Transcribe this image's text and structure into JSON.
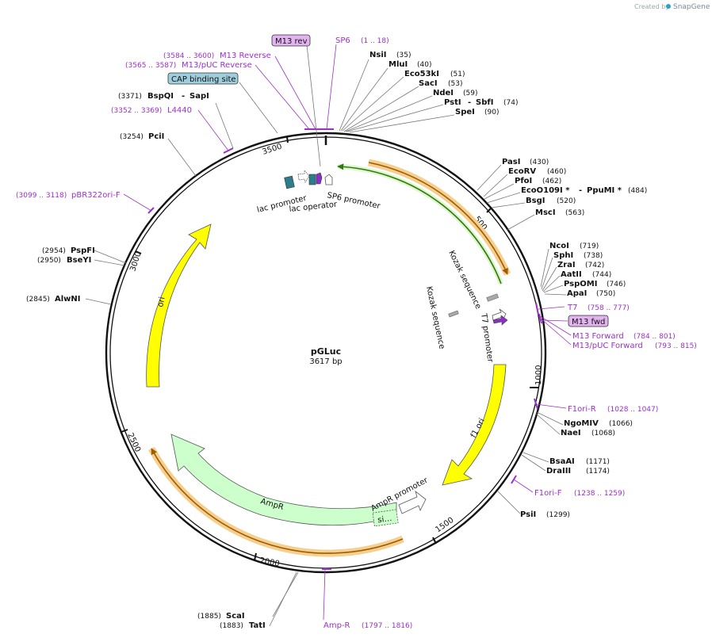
{
  "credit": {
    "prefix": "Created by",
    "brand": "SnapGene"
  },
  "plasmid": {
    "name": "pGLuc",
    "length_label": "3617 bp"
  },
  "ticks": [
    "500",
    "1000",
    "1500",
    "2000",
    "2500",
    "3000",
    "3500"
  ],
  "features": {
    "ampr": "AmpR",
    "ampr_signal": "si…",
    "ampr_promoter": "AmpR promoter",
    "f1_ori": "f1 ori",
    "ori": "ori",
    "kozak_1": "Kozak sequence",
    "kozak_2": "Kozak sequence",
    "t7_promoter": "T7 promoter",
    "sp6_promoter": "SP6 promoter",
    "lac_promoter": "lac promoter",
    "lac_operator": "lac operator"
  },
  "boxes": {
    "m13_rev": "M13 rev",
    "m13_fwd": "M13 fwd",
    "cap": "CAP binding site"
  },
  "enzymes": [
    {
      "name": "NsiI",
      "pos": "(35)"
    },
    {
      "name": "MluI",
      "pos": "(40)"
    },
    {
      "name": "Eco53kI",
      "pos": "(51)"
    },
    {
      "name": "SacI",
      "pos": "(53)"
    },
    {
      "name": "NdeI",
      "pos": "(59)"
    },
    {
      "name": "PstI",
      "name2": "SbfI",
      "pos": "(74)"
    },
    {
      "name": "SpeI",
      "pos": "(90)"
    },
    {
      "name": "PasI",
      "pos": "(430)"
    },
    {
      "name": "EcoRV",
      "pos": "(460)"
    },
    {
      "name": "PfoI",
      "pos": "(462)"
    },
    {
      "name": "EcoO109I *",
      "name2": "PpuMI *",
      "pos": "(484)"
    },
    {
      "name": "BsgI",
      "pos": "(520)"
    },
    {
      "name": "MscI",
      "pos": "(563)"
    },
    {
      "name": "NcoI",
      "pos": "(719)"
    },
    {
      "name": "SphI",
      "pos": "(738)"
    },
    {
      "name": "ZraI",
      "pos": "(742)"
    },
    {
      "name": "AatII",
      "pos": "(744)"
    },
    {
      "name": "PspOMI",
      "pos": "(746)"
    },
    {
      "name": "ApaI",
      "pos": "(750)"
    },
    {
      "name": "NgoMIV",
      "pos": "(1066)"
    },
    {
      "name": "NaeI",
      "pos": "(1068)"
    },
    {
      "name": "BsaAI",
      "pos": "(1171)"
    },
    {
      "name": "DraIII",
      "pos": "(1174)"
    },
    {
      "name": "PsiI",
      "pos": "(1299)"
    },
    {
      "name": "ScaI",
      "pos": "(1885)"
    },
    {
      "name": "TatI",
      "pos": "(1883)"
    },
    {
      "name": "AlwNI",
      "pos": "(2845)"
    },
    {
      "name": "PspFI",
      "pos": "(2954)"
    },
    {
      "name": "BseYI",
      "pos": "(2950)"
    },
    {
      "name": "PciI",
      "pos": "(3254)"
    },
    {
      "name": "BspQI",
      "name2": "SapI",
      "pos": "(3371)"
    }
  ],
  "primers": [
    {
      "name": "SP6",
      "pos": "(1 .. 18)"
    },
    {
      "name": "M13 Reverse",
      "pos": "(3584 .. 3600)"
    },
    {
      "name": "M13/pUC Reverse",
      "pos": "(3565 .. 3587)"
    },
    {
      "name": "L4440",
      "pos": "(3352 .. 3369)"
    },
    {
      "name": "pBR322ori-F",
      "pos": "(3099 .. 3118)"
    },
    {
      "name": "T7",
      "pos": "(758 .. 777)"
    },
    {
      "name": "M13 Forward",
      "pos": "(784 .. 801)"
    },
    {
      "name": "M13/pUC Forward",
      "pos": "(793 .. 815)"
    },
    {
      "name": "F1ori-R",
      "pos": "(1028 .. 1047)"
    },
    {
      "name": "F1ori-F",
      "pos": "(1238 .. 1259)"
    },
    {
      "name": "Amp-R",
      "pos": "(1797 .. 1816)"
    }
  ],
  "colors": {
    "backbone": "#111111",
    "primer": "#9b30c8",
    "primer_box": "#e3b3f0",
    "cap_box": "#9fcfdc",
    "f1_ori": "#ffff00",
    "ampr": "#ccffcc",
    "orf": "#f5cf8e",
    "teal": "#2c7d8c"
  }
}
